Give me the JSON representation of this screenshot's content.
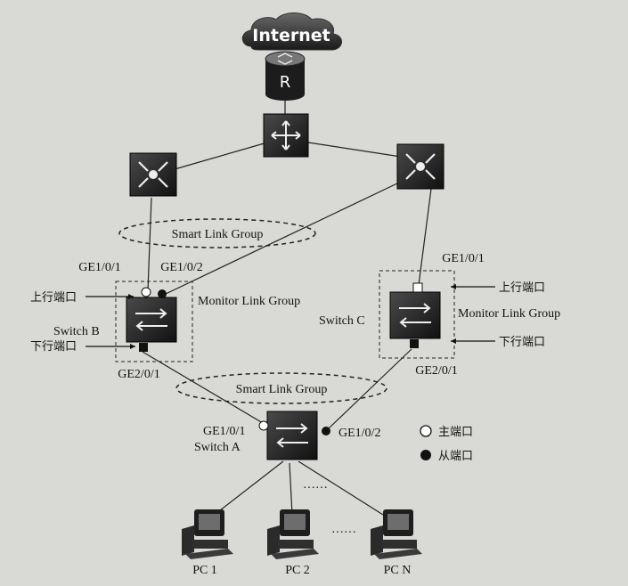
{
  "cloud": {
    "label": "Internet"
  },
  "router": {
    "letter": "R"
  },
  "smart_link_groups": [
    {
      "label": "Smart Link Group"
    },
    {
      "label": "Smart Link Group"
    }
  ],
  "switch_b": {
    "name": "Switch B",
    "ports": {
      "up1": "GE1/0/1",
      "up2": "GE1/0/2",
      "down": "GE2/0/1"
    },
    "monitor_group": "Monitor Link Group",
    "uplink_label": "上行端口",
    "downlink_label": "下行端口"
  },
  "switch_c": {
    "name": "Switch C",
    "ports": {
      "up": "GE1/0/1",
      "down": "GE2/0/1"
    },
    "monitor_group": "Monitor Link Group",
    "uplink_label": "上行端口",
    "downlink_label": "下行端口"
  },
  "switch_a": {
    "name": "Switch A",
    "ports": {
      "left": "GE1/0/1",
      "right": "GE1/0/2"
    }
  },
  "legend": {
    "master": "主端口",
    "slave": "从端口"
  },
  "pcs": [
    "PC 1",
    "PC 2",
    "PC N"
  ],
  "ellipsis": "……"
}
